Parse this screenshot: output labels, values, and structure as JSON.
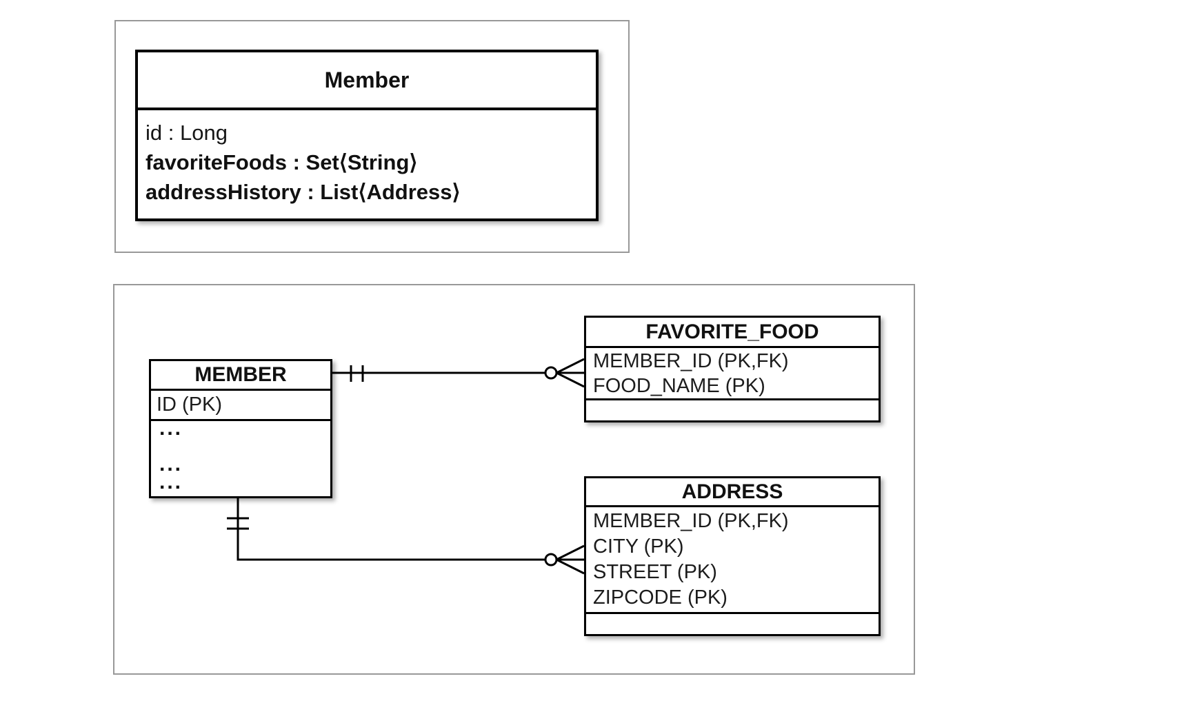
{
  "uml": {
    "class_title": "Member",
    "attributes": [
      "id : Long",
      "favoriteFoods : Set⟨String⟩",
      "addressHistory : List⟨Address⟩"
    ]
  },
  "erd": {
    "member": {
      "title": "MEMBER",
      "pk_row": "ID (PK)",
      "ellipsis": [
        "...",
        "...",
        "..."
      ]
    },
    "favorite_food": {
      "title": "FAVORITE_FOOD",
      "rows": [
        "MEMBER_ID (PK,FK)",
        "FOOD_NAME (PK)"
      ]
    },
    "address": {
      "title": "ADDRESS",
      "rows": [
        "MEMBER_ID (PK,FK)",
        "CITY (PK)",
        "STREET (PK)",
        "ZIPCODE (PK)"
      ]
    },
    "relationships": [
      {
        "from": "MEMBER",
        "to": "FAVORITE_FOOD",
        "from_cardinality": "exactly-one",
        "to_cardinality": "zero-or-many"
      },
      {
        "from": "MEMBER",
        "to": "ADDRESS",
        "from_cardinality": "exactly-one",
        "to_cardinality": "zero-or-many"
      }
    ]
  },
  "colors": {
    "line": "#000000",
    "panel_border": "#989898",
    "text": "#111111",
    "background": "#ffffff"
  }
}
